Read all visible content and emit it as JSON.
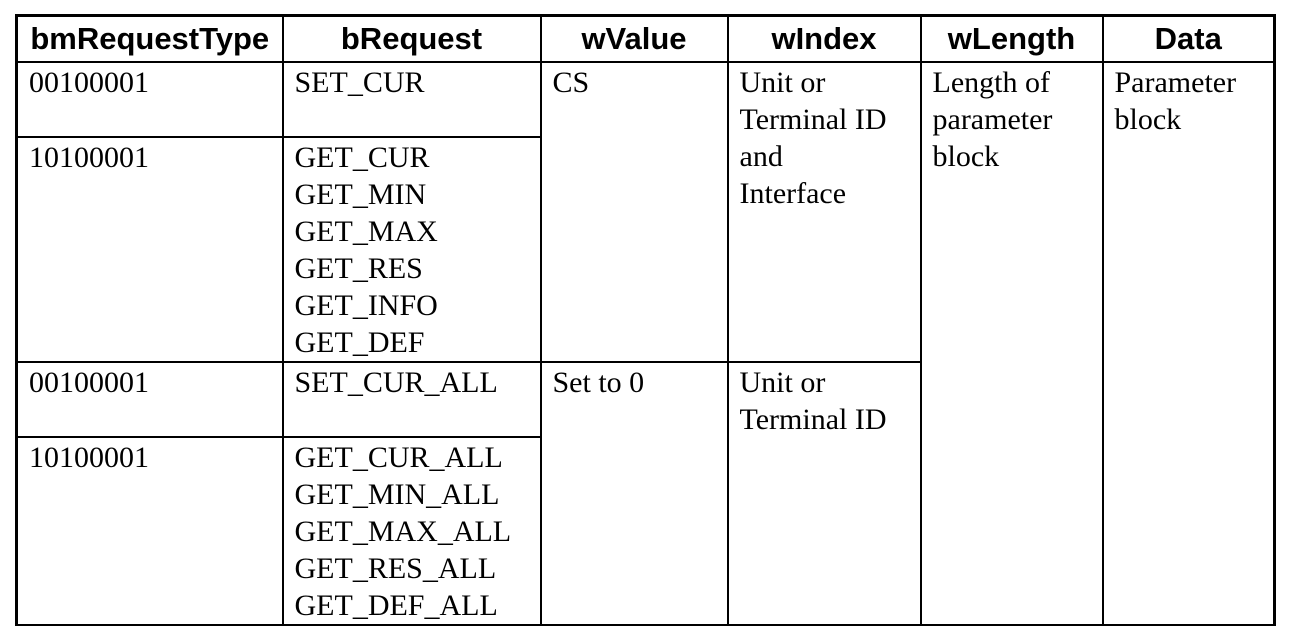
{
  "table": {
    "headers": [
      "bmRequestType",
      "bRequest",
      "wValue",
      "wIndex",
      "wLength",
      "Data"
    ],
    "rows": [
      {
        "bmRequestType": "00100001",
        "bRequest": [
          "SET_CUR"
        ],
        "wValue": "CS",
        "wIndex": [
          "Unit or",
          "Terminal ID",
          "and",
          "Interface"
        ],
        "wLength": [
          "Length of",
          "parameter",
          "block"
        ],
        "data": [
          "Parameter",
          "block"
        ]
      },
      {
        "bmRequestType": "10100001",
        "bRequest": [
          "GET_CUR",
          "GET_MIN",
          "GET_MAX",
          "GET_RES",
          "GET_INFO",
          "GET_DEF"
        ]
      },
      {
        "bmRequestType": "00100001",
        "bRequest": [
          "SET_CUR_ALL"
        ],
        "wValue": "Set to 0",
        "wIndex": [
          "Unit or",
          "Terminal ID"
        ]
      },
      {
        "bmRequestType": "10100001",
        "bRequest": [
          "GET_CUR_ALL",
          "GET_MIN_ALL",
          "GET_MAX_ALL",
          "GET_RES_ALL",
          "GET_DEF_ALL"
        ]
      }
    ],
    "colors": {
      "border": "#000000",
      "text": "#000000",
      "background": "#ffffff"
    }
  }
}
